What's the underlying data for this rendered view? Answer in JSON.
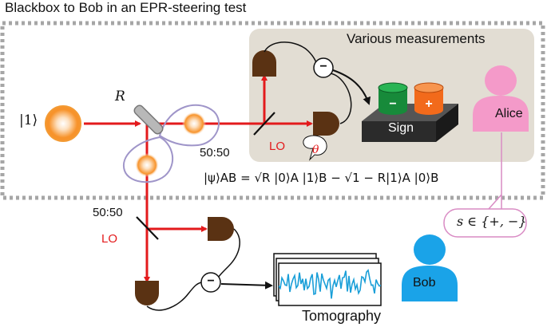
{
  "title": "Blackbox to Bob in an EPR-steering test",
  "measurements_label": "Various measurements",
  "source_state": "|1⟩",
  "reflectivity_label": "R",
  "splitter_top": "50:50",
  "splitter_bottom": "50:50",
  "lo_top": "LO",
  "lo_bottom": "LO",
  "phase_label": "θ",
  "subtract_symbol": "−",
  "sign_box": {
    "label": "Sign",
    "left_symbol": "−",
    "right_symbol": "+"
  },
  "alice": "Alice",
  "bob": "Bob",
  "tomography": "Tomography",
  "state_equation": "|ψ⟩AB = √R |0⟩A |1⟩B − √1 − R|1⟩A |0⟩B",
  "outcome_set": "s ∈ {+, −}",
  "colors": {
    "beam": "#e31a1c",
    "detector": "#5a3213",
    "alice": "#f49ac9",
    "bob": "#1aa3e8",
    "panel": "#e2ddd3",
    "border": "#a0a0a0",
    "sign_box": "#2b2b2b",
    "green_cup": "#178a3a",
    "orange_cup": "#f26a1b",
    "trace": "#1a9fd8"
  }
}
